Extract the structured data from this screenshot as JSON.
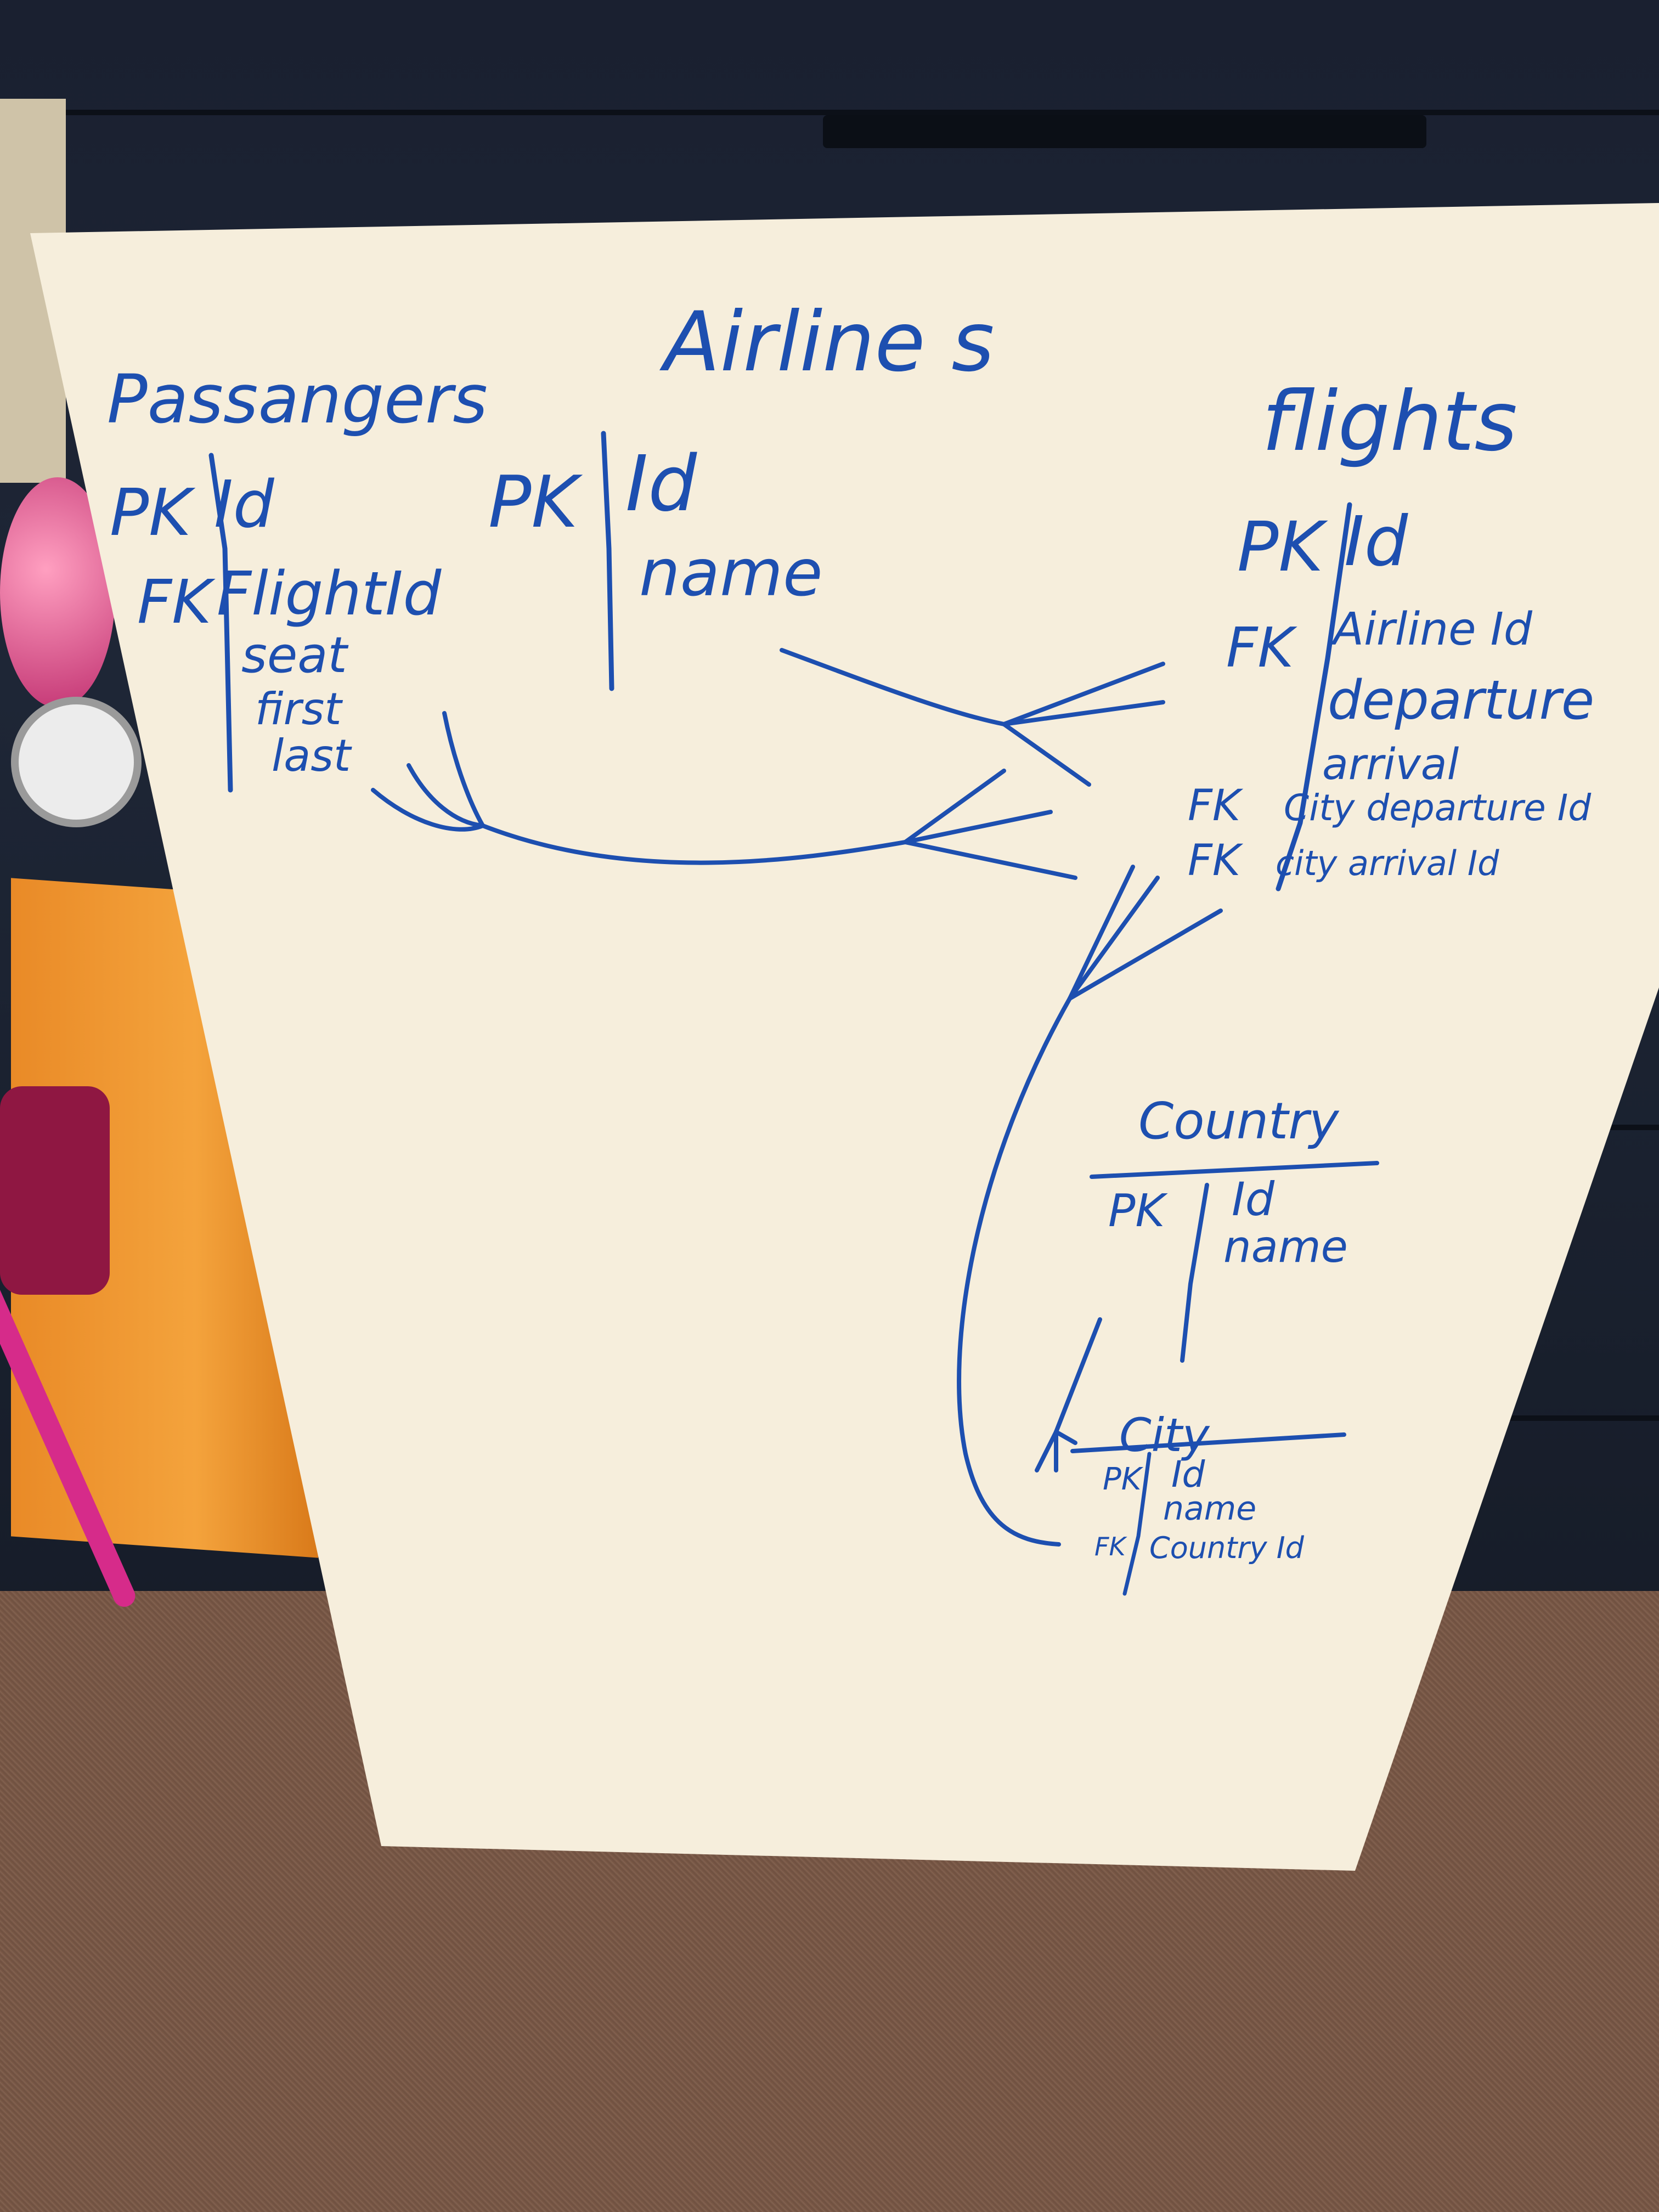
{
  "ink_color": "#1d4fb0",
  "board_color": "#f6eedc",
  "entities": {
    "passengers": {
      "title": "Passangers",
      "pk_label": "PK",
      "fk_label": "FK",
      "fields": [
        "Id",
        "FlightId",
        "seat",
        "first",
        "last"
      ]
    },
    "airlines": {
      "title": "Airline s",
      "pk_label": "PK",
      "fields": [
        "Id",
        "name"
      ]
    },
    "flights": {
      "title": "flights",
      "pk_label": "PK",
      "fk_label": "FK",
      "fk2_label": "FK",
      "fk3_label": "FK",
      "fields": [
        "Id",
        "Airline Id",
        "departure",
        "arrival",
        "City departure Id",
        "city arrival Id"
      ]
    },
    "country": {
      "title": "Country",
      "pk_label": "PK",
      "fields": [
        "Id",
        "name"
      ]
    },
    "city": {
      "title": "City",
      "pk_label": "PK",
      "fk_label": "FK",
      "fields": [
        "Id",
        "name",
        "Country Id"
      ]
    }
  }
}
